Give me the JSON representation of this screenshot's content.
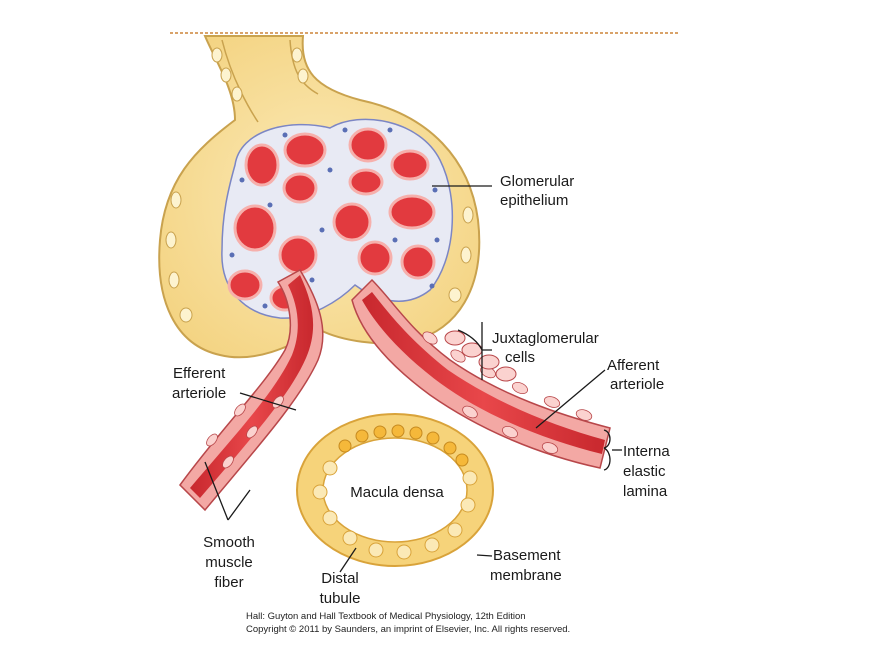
{
  "labels": {
    "glomerular_epithelium": [
      "Glomerular",
      "epithelium"
    ],
    "juxtaglomerular_cells": [
      "Juxtaglomerular",
      "cells"
    ],
    "afferent_arteriole": [
      "Afferent",
      "arteriole"
    ],
    "efferent_arteriole": [
      "Efferent",
      "arteriole"
    ],
    "interna_elastic_lamina": [
      "Interna",
      "elastic",
      "lamina"
    ],
    "macula_densa": "Macula densa",
    "smooth_muscle_fiber": [
      "Smooth",
      "muscle",
      "fiber"
    ],
    "distal_tubule": [
      "Distal",
      "tubule"
    ],
    "basement_membrane": [
      "Basement",
      "membrane"
    ]
  },
  "credit": {
    "line1": "Hall: Guyton and Hall Textbook of Medical Physiology, 12th Edition",
    "line2": "Copyright © 2011 by Saunders, an imprint of Elsevier, Inc. All rights reserved."
  },
  "colors": {
    "capsule": "#f6dc9a",
    "capsule_edge": "#d9b95e",
    "vessel": "#e23a3f",
    "vessel_wall": "#f3a8a4",
    "tubule_cell": "#fbe49a",
    "macula_cell": "#f5c23f",
    "podocyte": "#5a6fb5"
  }
}
